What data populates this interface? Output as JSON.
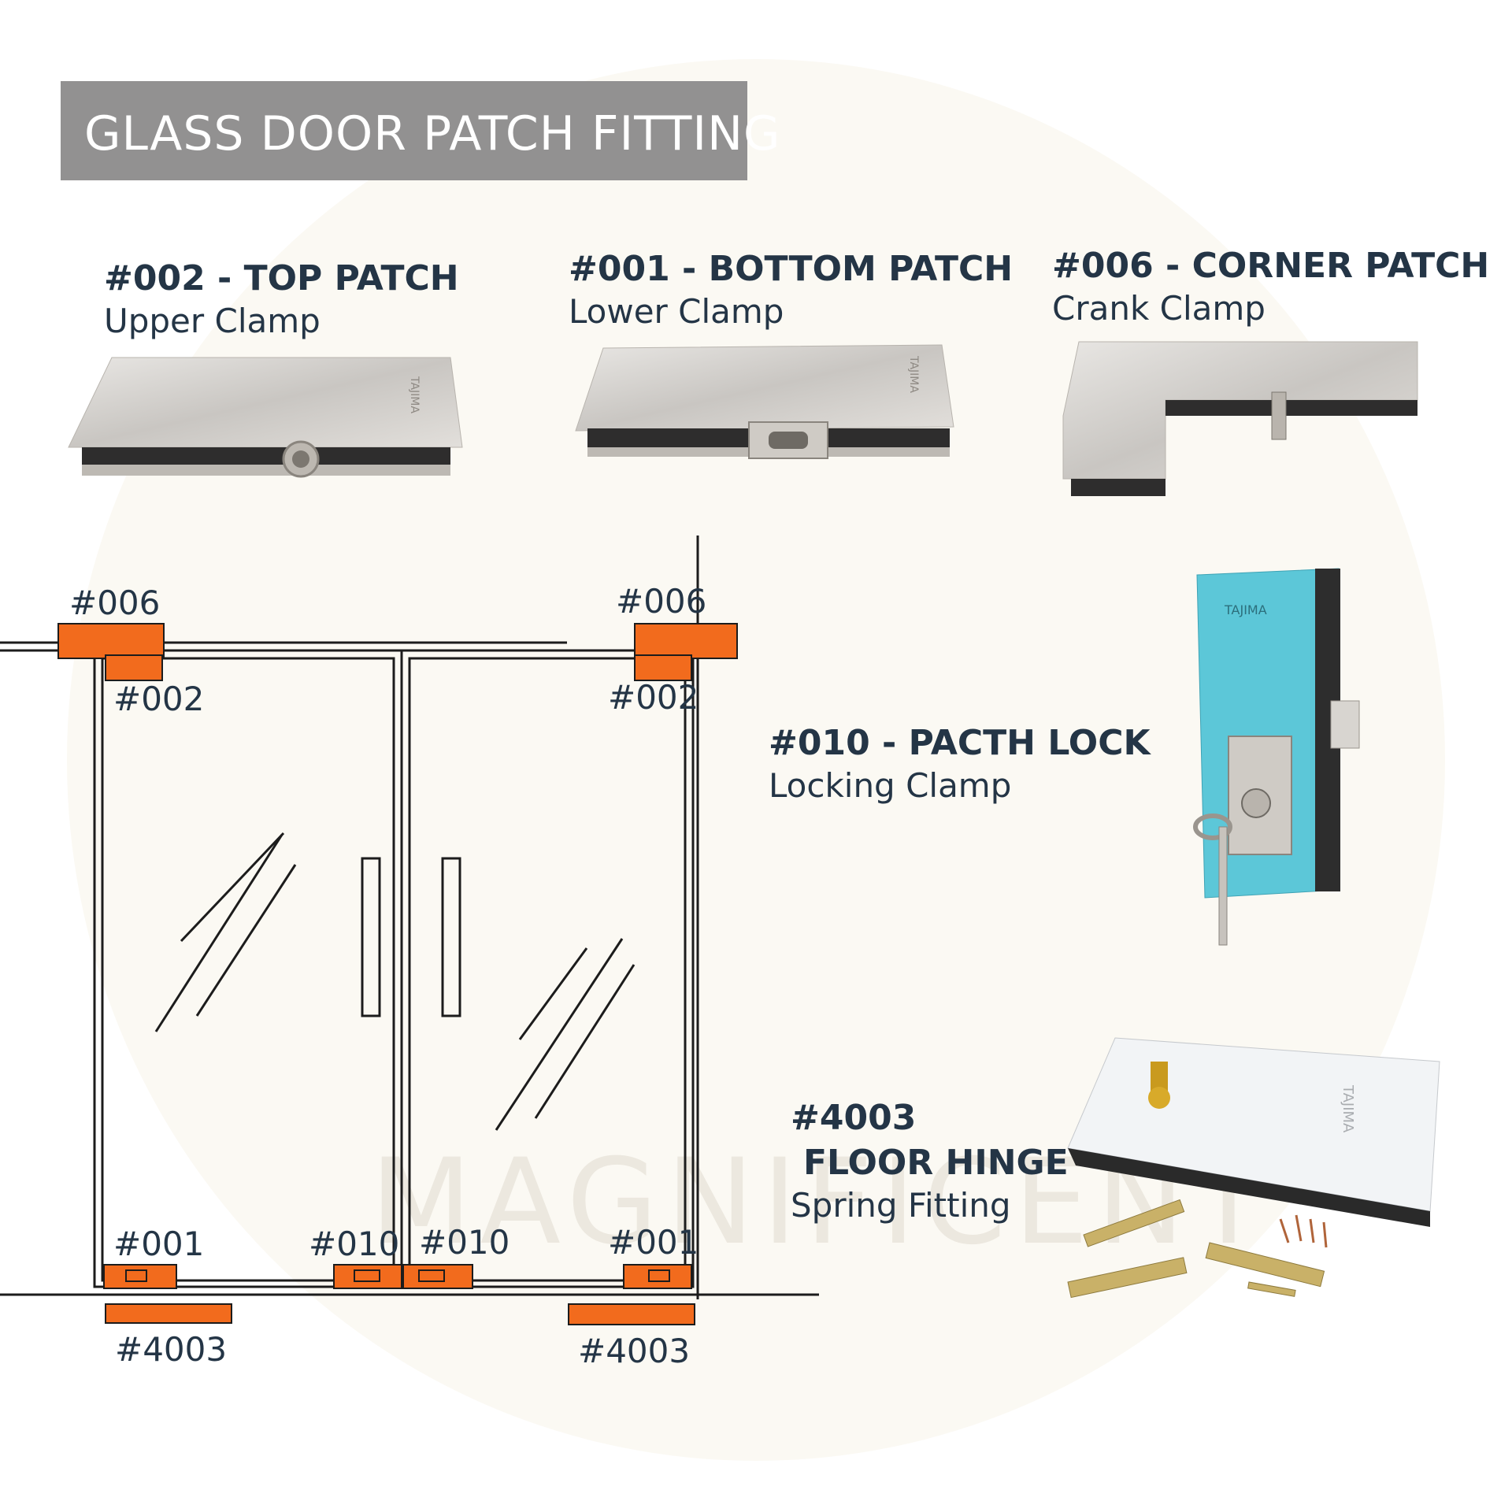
{
  "title": "GLASS DOOR PATCH FITTING",
  "watermark": "MAGNIFICENT",
  "products": {
    "top_patch": {
      "code": "#002 - TOP PATCH",
      "name": "Upper Clamp",
      "brand": "TAJIMA"
    },
    "bottom_patch": {
      "code": "#001 - BOTTOM PATCH",
      "name": "Lower Clamp",
      "brand": "TAJIMA"
    },
    "corner_patch": {
      "code": "#006 - CORNER PATCH",
      "name": "Crank Clamp"
    },
    "patch_lock": {
      "code": "#010 - PACTH LOCK",
      "name": "Locking Clamp",
      "brand": "TAJIMA"
    },
    "floor_hinge": {
      "code_line1": "#4003",
      "code_line2": "FLOOR HINGE",
      "name": "Spring Fitting",
      "brand": "TAJIMA"
    }
  },
  "diagram_tags": {
    "corner_left": "#006",
    "corner_right": "#006",
    "top_left": "#002",
    "top_right": "#002",
    "bottom_left": "#001",
    "lock_left": "#010",
    "lock_right": "#010",
    "bottom_right": "#001",
    "hinge_left": "#4003",
    "hinge_right": "#4003"
  },
  "colors": {
    "fitting_orange": "#f26b1d",
    "title_bg": "#929191",
    "text_navy": "#243546",
    "lock_blue": "#5cc7d8"
  }
}
